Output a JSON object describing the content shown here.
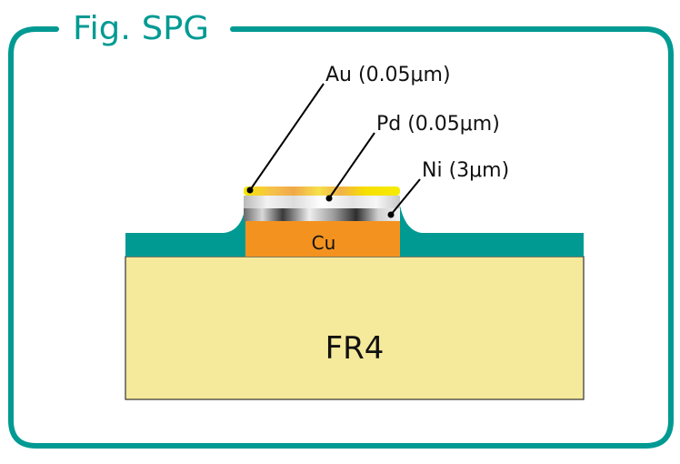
{
  "figure": {
    "title": "Fig. SPG"
  },
  "layers": {
    "au": "Au (0.05μm)",
    "pd": "Pd (0.05μm)",
    "ni": "Ni (3μm)",
    "cu": "Cu",
    "substrate": "FR4"
  },
  "colors": {
    "frame": "#009a93",
    "solder_mask": "#009a93",
    "substrate": "#f5e99b",
    "copper": "#f3921f",
    "gold": "#f7e100",
    "leader": "#000000"
  }
}
